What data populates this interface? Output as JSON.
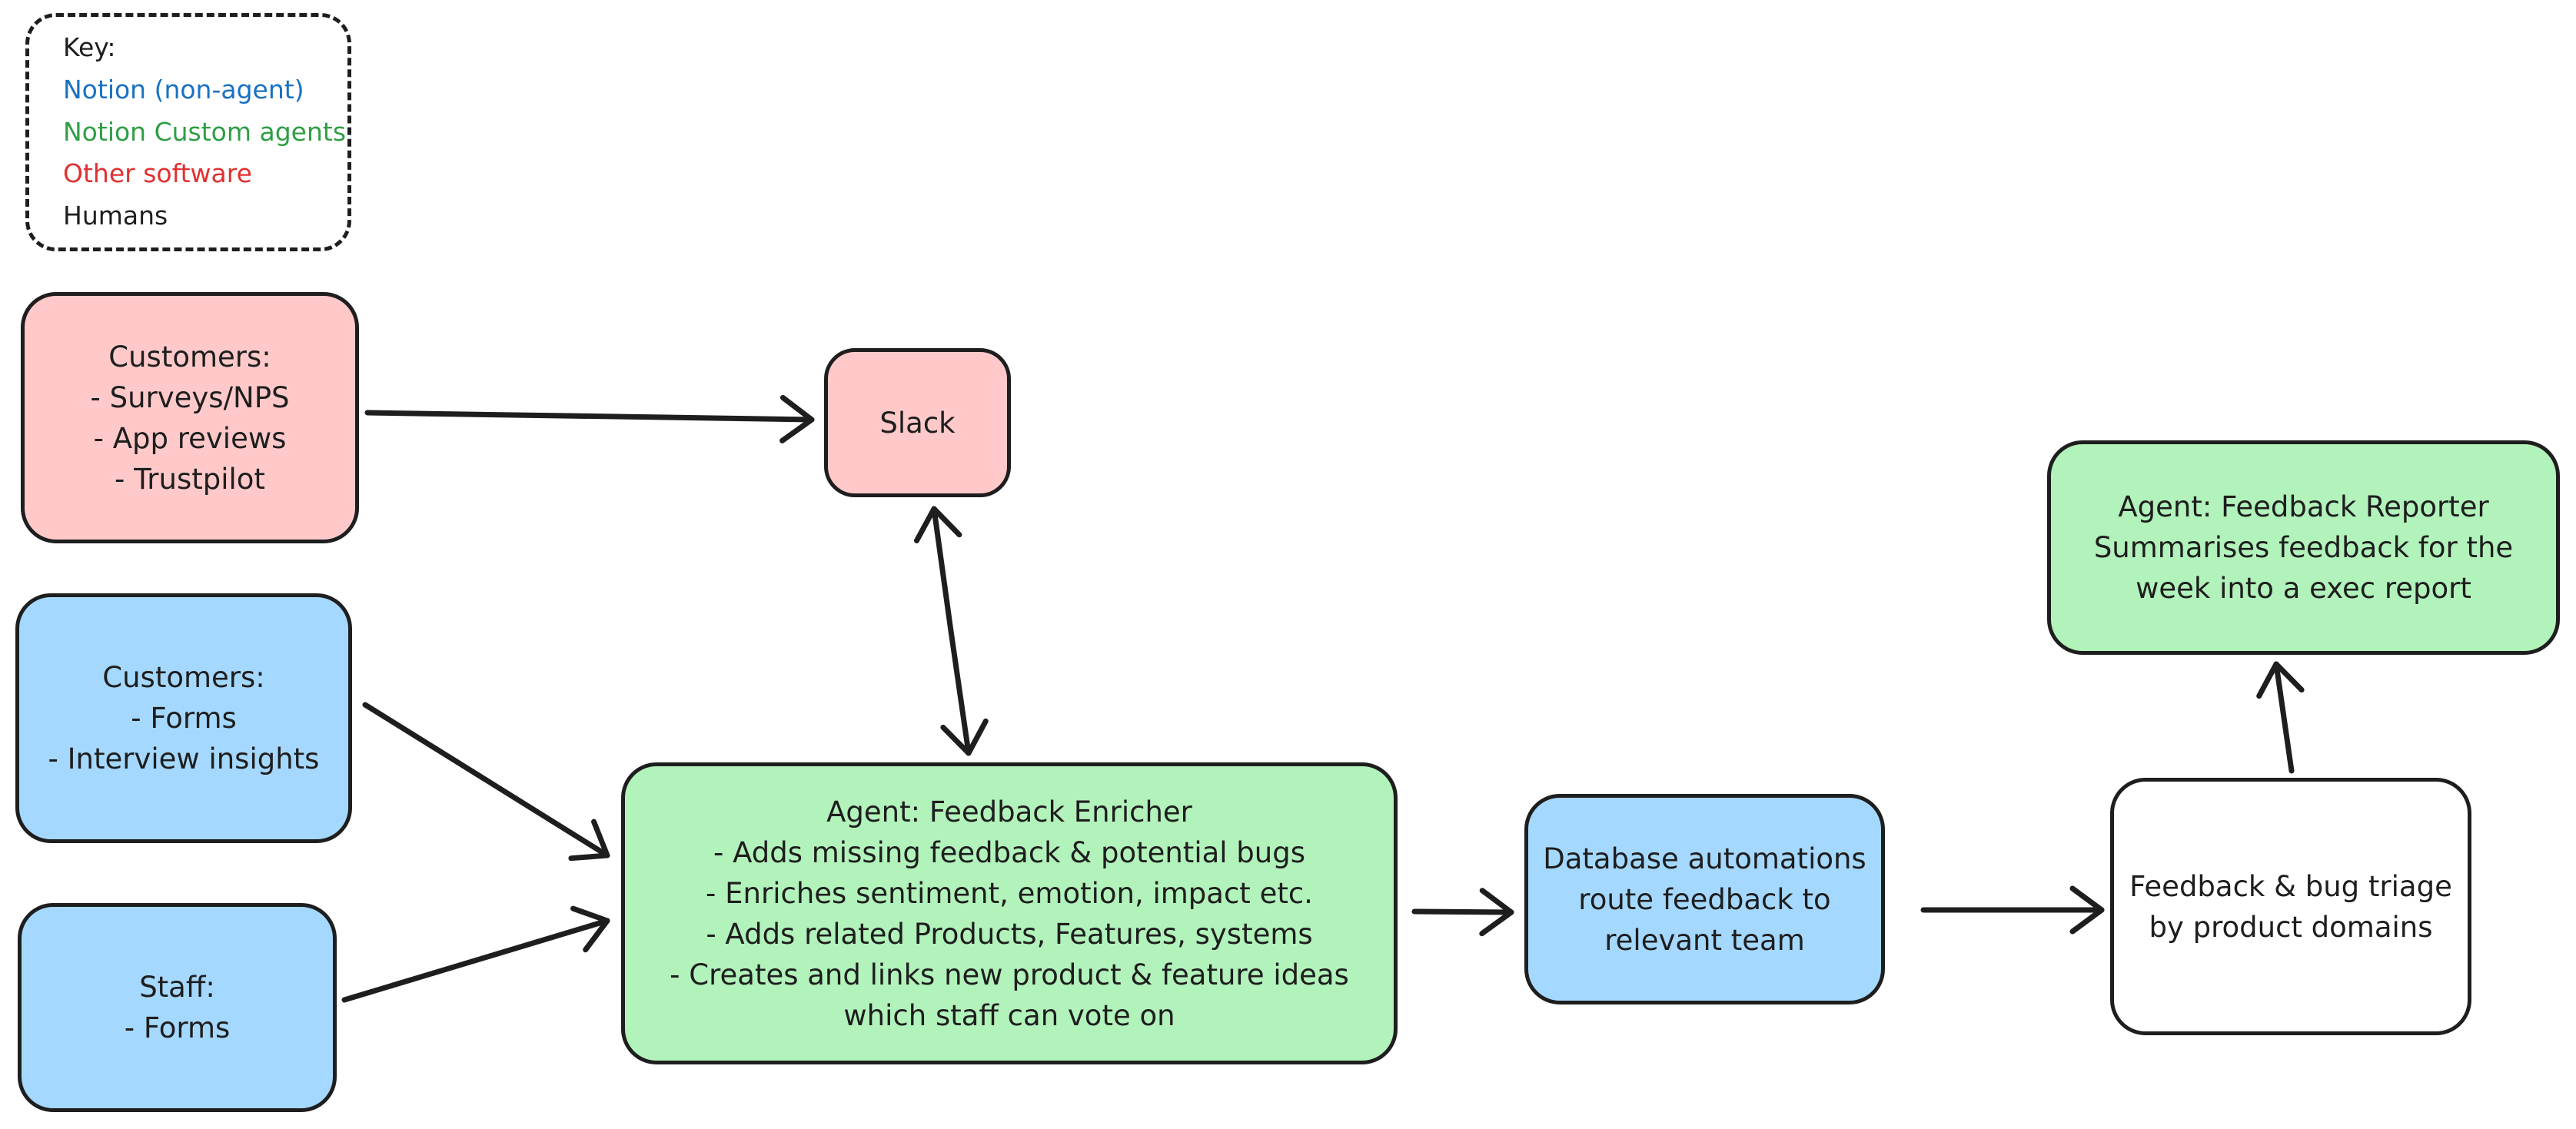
{
  "canvas": {
    "background": "#ffffff"
  },
  "palette": {
    "stroke": "#1e1e1e",
    "pink_fill": "#ffc9c9",
    "blue_fill": "#a5d8ff",
    "green_fill": "#b2f2bb",
    "white_fill": "#ffffff"
  },
  "legend": {
    "title": "Key:",
    "items": [
      {
        "label": "Notion (non-agent)",
        "color": "#1971c2"
      },
      {
        "label": "Notion Custom agents",
        "color": "#2f9e44"
      },
      {
        "label": "Other software",
        "color": "#e03131"
      },
      {
        "label": "Humans",
        "color": "#1e1e1e"
      }
    ]
  },
  "nodes": {
    "customer_sources": {
      "fill": "#ffc9c9",
      "lines": [
        "Customers:",
        "- Surveys/NPS",
        "- App reviews",
        "- Trustpilot"
      ]
    },
    "slack": {
      "fill": "#ffc9c9",
      "lines": [
        "Slack"
      ]
    },
    "customers_notion": {
      "fill": "#a5d8ff",
      "lines": [
        "Customers:",
        "- Forms",
        "- Interview insights"
      ]
    },
    "staff": {
      "fill": "#a5d8ff",
      "lines": [
        "Staff:",
        "- Forms"
      ]
    },
    "feedback_enricher": {
      "fill": "#b2f2bb",
      "lines": [
        "Agent: Feedback Enricher",
        "- Adds missing feedback & potential bugs",
        "- Enriches sentiment, emotion, impact etc.",
        "- Adds related Products, Features, systems",
        "- Creates and links new product & feature ideas",
        "which staff can vote on"
      ]
    },
    "database_automations": {
      "fill": "#a5d8ff",
      "lines": [
        "Database automations",
        "route feedback to",
        "relevant team"
      ]
    },
    "triage": {
      "fill": "#ffffff",
      "lines": [
        "Feedback & bug triage",
        "by product domains"
      ]
    },
    "feedback_reporter": {
      "fill": "#b2f2bb",
      "lines": [
        "Agent: Feedback Reporter",
        "Summarises feedback for the",
        "week into a exec report"
      ]
    }
  },
  "edges": [
    {
      "from": "customer_sources",
      "to": "slack",
      "direction": "one-way"
    },
    {
      "from": "slack",
      "to": "feedback_enricher",
      "direction": "two-way"
    },
    {
      "from": "customers_notion",
      "to": "feedback_enricher",
      "direction": "one-way"
    },
    {
      "from": "staff",
      "to": "feedback_enricher",
      "direction": "one-way"
    },
    {
      "from": "feedback_enricher",
      "to": "database_automations",
      "direction": "one-way"
    },
    {
      "from": "database_automations",
      "to": "triage",
      "direction": "one-way"
    },
    {
      "from": "triage",
      "to": "feedback_reporter",
      "direction": "one-way"
    }
  ]
}
